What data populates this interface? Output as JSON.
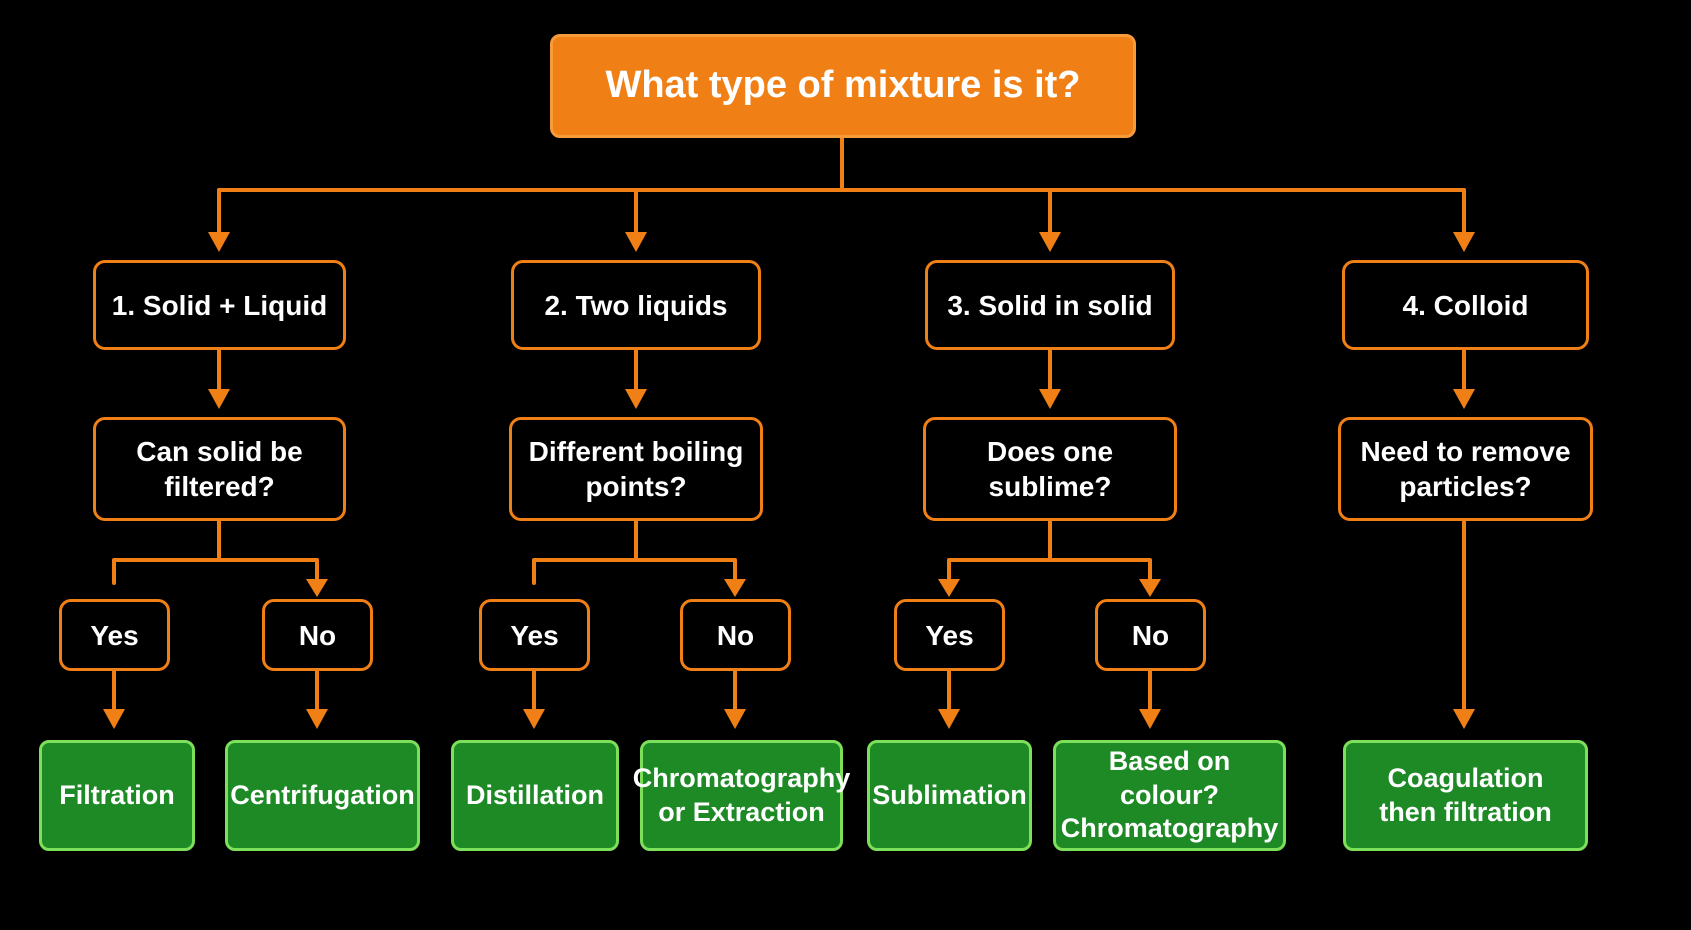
{
  "colors": {
    "background": "#000000",
    "accent_orange": "#f07f16",
    "result_green": "#1d8a25",
    "result_border": "#7ce05a",
    "text": "#ffffff"
  },
  "root": {
    "label": "What type of mixture is it?"
  },
  "branches": [
    {
      "type": "1. Solid + Liquid",
      "question": "Can solid be\nfiltered?",
      "yes": "Yes",
      "no": "No",
      "yes_result": "Filtration",
      "no_result": "Centrifugation"
    },
    {
      "type": "2. Two liquids",
      "question": "Different boiling\npoints?",
      "yes": "Yes",
      "no": "No",
      "yes_result": "Distillation",
      "no_result": "Chromatography\nor Extraction"
    },
    {
      "type": "3. Solid in solid",
      "question": "Does one\nsublime?",
      "yes": "Yes",
      "no": "No",
      "yes_result": "Sublimation",
      "no_result": "Based on colour?\nChromatography"
    },
    {
      "type": "4. Colloid",
      "question": "Need to remove\nparticles?",
      "result": "Coagulation\nthen filtration"
    }
  ]
}
